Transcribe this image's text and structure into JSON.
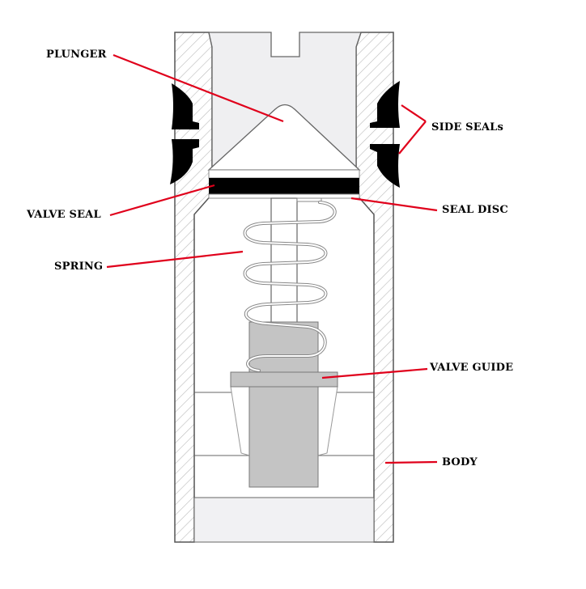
{
  "labels": {
    "plunger": "PLUNGER",
    "side_seals": "SIDE SEALs",
    "valve_seal": "VALVE SEAL",
    "seal_disc": "SEAL DISC",
    "spring": "SPRING",
    "valve_guide": "VALVE GUIDE",
    "body": "BODY"
  },
  "colors": {
    "leader_line": "#e0001b",
    "seal": "#000000",
    "guide": "#c4c4c4",
    "plunger_fill": "#efeff1",
    "outline": "#555555"
  }
}
